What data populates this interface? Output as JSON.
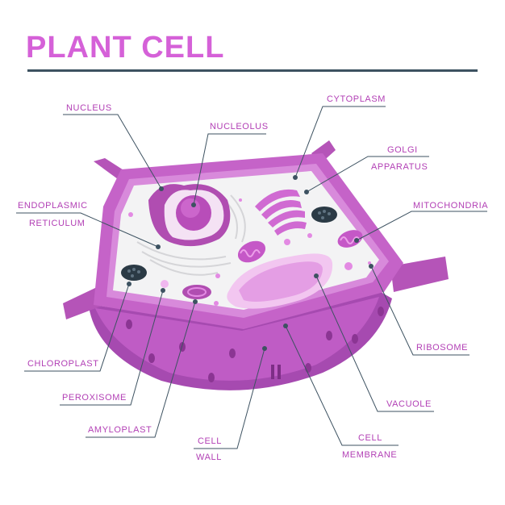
{
  "title": "PLANT CELL",
  "colors": {
    "title": "#d561d8",
    "rule": "#3d5261",
    "label": "#b23fb5",
    "wall_top": "#c563c8",
    "wall_front": "#a64ab0",
    "wall_front_light": "#bf5cc5",
    "membrane": "#d88adb",
    "cytoplasm": "#f3f3f4",
    "organelle_pink": "#e48ae3",
    "organelle_dark": "#b04db1",
    "chloroplast": "#2b3a45"
  },
  "labels": {
    "nucleus": "NUCLEUS",
    "nucleolus": "NUCLEOLUS",
    "cytoplasm": "CYTOPLASM",
    "golgi_1": "GOLGI",
    "golgi_2": "APPARATUS",
    "er_1": "ENDOPLASMIC",
    "er_2": "RETICULUM",
    "mitochondria": "MITOCHONDRIA",
    "ribosome": "RIBOSOME",
    "chloroplast": "CHLOROPLAST",
    "peroxisome": "PEROXISOME",
    "amyloplast": "AMYLOPLAST",
    "cell_wall_1": "CELL",
    "cell_wall_2": "WALL",
    "vacuole": "VACUOLE",
    "cell_membrane_1": "CELL",
    "cell_membrane_2": "MEMBRANE"
  }
}
